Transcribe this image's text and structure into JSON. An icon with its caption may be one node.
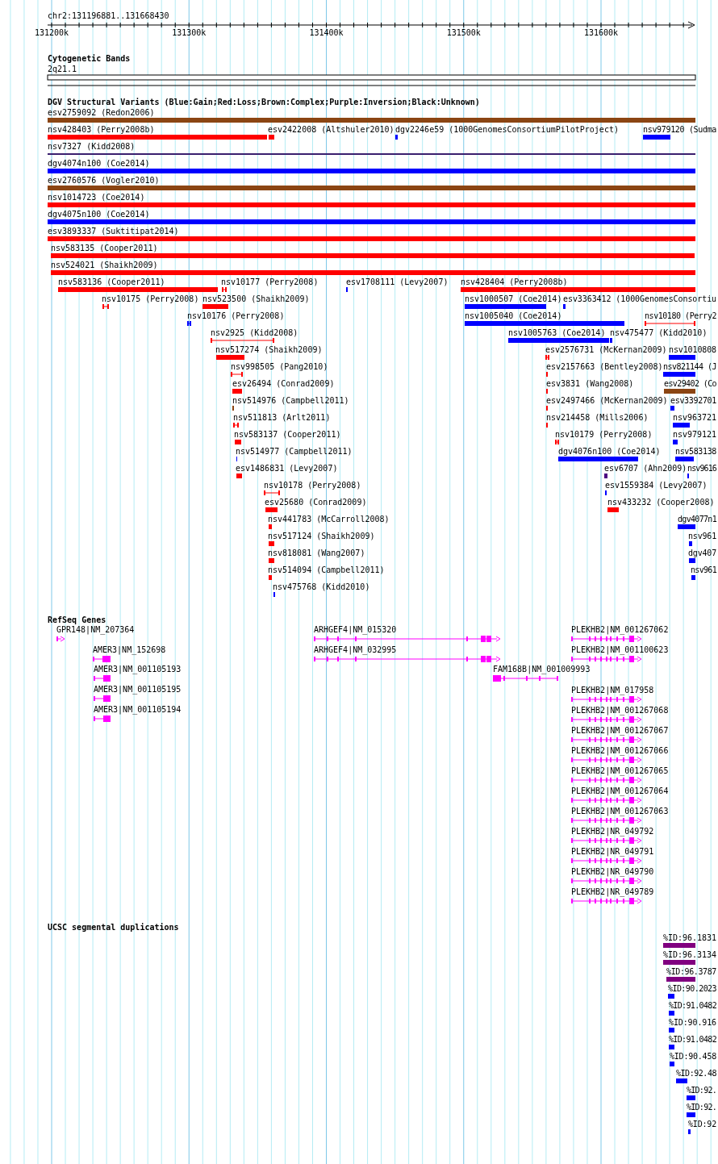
{
  "diagram": {
    "labels": [
      "chr2:131196881..131668430",
      "131200k",
      "131300k",
      "131400k",
      "131500k",
      "131600k",
      "Cytogenetic Bands",
      "2q21.1",
      "DGV Structural Variants (Blue:Gain;Red:Loss;Brown:Complex;Purple:Inversion;Black:Unknown)",
      "esv2759092 (Redon2006)",
      "nsv428403 (Perry2008b)",
      "esv2422008 (Altshuler2010)",
      "dgv2246e59 (1000GenomesConsortiumPilotProject)",
      "nsv979120 (Sudma",
      "nsv7327 (Kidd2008)",
      "dgv4074n100 (Coe2014)",
      "esv2760576 (Vogler2010)",
      "nsv1014723 (Coe2014)",
      "dgv4075n100 (Coe2014)",
      "esv3893337 (Suktitipat2014)",
      "nsv583135 (Cooper2011)",
      "nsv524021 (Shaikh2009)",
      "nsv583136 (Cooper2011)",
      "nsv10177 (Perry2008)",
      "esv1708111 (Levy2007)",
      "nsv428404 (Perry2008b)",
      "nsv10175 (Perry2008)",
      "nsv523500 (Shaikh2009)",
      "nsv1000507 (Coe2014)",
      "esv3363412 (1000GenomesConsortiu",
      "nsv10176 (Perry2008)",
      "nsv1005040 (Coe2014)",
      "nsv10180 (Perry2",
      "nsv2925 (Kidd2008)",
      "nsv1005763 (Coe2014)",
      "nsv475477 (Kidd2010)",
      "nsv517274 (Shaikh2009)",
      "esv2576731 (McKernan2009)",
      "nsv1010808",
      "nsv998505 (Pang2010)",
      "esv2157663 (Bentley2008)",
      "nsv821144 (J",
      "esv26494 (Conrad2009)",
      "esv3831 (Wang2008)",
      "esv29402 (Co",
      "nsv514976 (Campbell2011)",
      "esv2497466 (McKernan2009)",
      "esv3392701",
      "nsv511813 (Arlt2011)",
      "nsv214458 (Mills2006)",
      "nsv963721",
      "nsv583137 (Cooper2011)",
      "nsv10179 (Perry2008)",
      "nsv979121",
      "nsv514977 (Campbell2011)",
      "dgv4076n100 (Coe2014)",
      "nsv583138",
      "esv1486831 (Levy2007)",
      "esv6707 (Ahn2009)",
      "nsv9616",
      "nsv10178 (Perry2008)",
      "esv1559384 (Levy2007)",
      "esv25680 (Conrad2009)",
      "nsv433232 (Cooper2008)",
      "nsv441783 (McCarroll2008)",
      "dgv4077n1",
      "nsv517124 (Shaikh2009)",
      "nsv961",
      "nsv818081 (Wang2007)",
      "dgv407",
      "nsv514094 (Campbell2011)",
      "nsv961",
      "nsv475768 (Kidd2010)",
      "RefSeq Genes",
      "GPR148|NM_207364",
      "ARHGEF4|NM_015320",
      "PLEKHB2|NM_001267062",
      "AMER3|NM_152698",
      "ARHGEF4|NM_032995",
      "PLEKHB2|NM_001100623",
      "AMER3|NM_001105193",
      "FAM168B|NM_001009993",
      "AMER3|NM_001105195",
      "PLEKHB2|NM_017958",
      "AMER3|NM_001105194",
      "PLEKHB2|NM_001267068",
      "PLEKHB2|NM_001267067",
      "PLEKHB2|NM_001267066",
      "PLEKHB2|NM_001267065",
      "PLEKHB2|NM_001267064",
      "PLEKHB2|NM_001267063",
      "PLEKHB2|NR_049792",
      "PLEKHB2|NR_049791",
      "PLEKHB2|NR_049790",
      "PLEKHB2|NR_049789",
      "UCSC segmental duplications",
      "%ID:96.1831",
      "%ID:96.3134",
      "%ID:96.3787",
      "%ID:90.2023",
      "%ID:91.0482",
      "%ID:90.916",
      "%ID:91.0482",
      "%ID:90.458",
      "%ID:92.48",
      "%ID:92.",
      "%ID:92.",
      "%ID:92"
    ]
  }
}
